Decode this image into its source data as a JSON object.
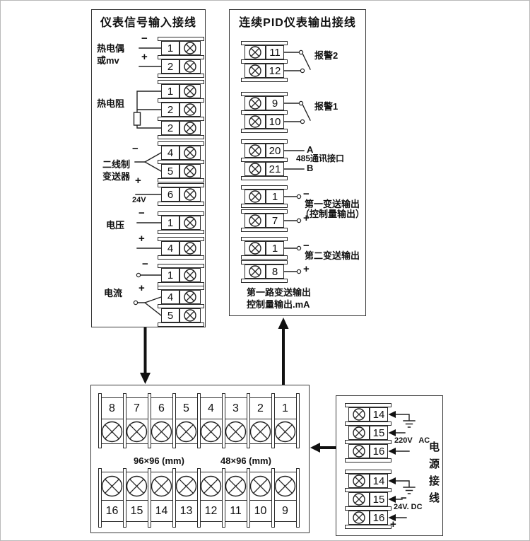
{
  "signs": {
    "minus": "−",
    "plus": "+"
  },
  "input_panel": {
    "title": "仪表信号输入接线",
    "labels": {
      "tc1": "热电偶",
      "tc2": "或mv",
      "rtd": "热电阻",
      "tx1": "二线制",
      "tx2": "变送器",
      "v24": "24V",
      "voltage": "电压",
      "current": "电流"
    },
    "blocks": {
      "tc": [
        "1",
        "2"
      ],
      "rtd": [
        "1",
        "2",
        "2"
      ],
      "tx_ab": [
        "4",
        "5"
      ],
      "tx_c": [
        "6"
      ],
      "volt_minus": [
        "1"
      ],
      "volt_plus": [
        "4"
      ],
      "cur_minus": [
        "1"
      ],
      "cur_plus": [
        "4",
        "5"
      ]
    }
  },
  "output_panel": {
    "title": "连续PID仪表输出接线",
    "labels": {
      "alarm2": "报警2",
      "alarm1": "报警1",
      "comm_a": "A",
      "comm_b": "B",
      "comm": "485通讯接口",
      "out1_line1": "第一变送输出",
      "out1_line2": "（控制量输出）",
      "out2": "第二变送输出",
      "note1": "第一路变送输出",
      "note2": "控制量输出.mA"
    },
    "blocks": {
      "alarm2": [
        "11",
        "12"
      ],
      "alarm1": [
        "9",
        "10"
      ],
      "comm": [
        "20",
        "21"
      ],
      "out1_minus": [
        "1"
      ],
      "out1_plus": [
        "7"
      ],
      "out2_minus": [
        "1"
      ],
      "out2_plus": [
        "8"
      ]
    }
  },
  "terminal_strip": {
    "top_row": [
      "8",
      "7",
      "6",
      "5",
      "4",
      "3",
      "2",
      "1"
    ],
    "bottom_row": [
      "16",
      "15",
      "14",
      "13",
      "12",
      "11",
      "10",
      "9"
    ],
    "size_label_left": "96×96 (mm)",
    "size_label_right": "48×96 (mm)"
  },
  "power_panel": {
    "title": "电源接线",
    "labels": {
      "ac": "220V AC",
      "dc": "24V. DC"
    },
    "blocks": {
      "ac": [
        "14",
        "15",
        "16"
      ],
      "dc": [
        "14",
        "15",
        "16"
      ]
    }
  }
}
